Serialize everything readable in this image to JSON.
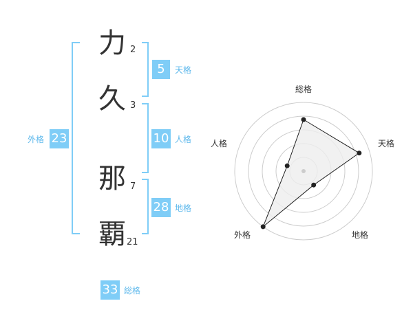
{
  "characters": [
    {
      "char": "力",
      "strokes": "2"
    },
    {
      "char": "久",
      "strokes": "3"
    },
    {
      "char": "那",
      "strokes": "7"
    },
    {
      "char": "覇",
      "strokes": "21"
    }
  ],
  "kakusu": {
    "tenkaku": {
      "value": "5",
      "label": "天格"
    },
    "jinkaku": {
      "value": "10",
      "label": "人格"
    },
    "chikaku": {
      "value": "28",
      "label": "地格"
    },
    "gaikaku": {
      "value": "23",
      "label": "外格"
    },
    "soukaku": {
      "value": "33",
      "label": "総格"
    }
  },
  "radar": {
    "axes": [
      "総格",
      "天格",
      "地格",
      "外格",
      "人格"
    ],
    "levels": 5,
    "values": [
      0.75,
      0.85,
      0.25,
      1.0,
      0.25
    ],
    "colors": {
      "ring": "#cccccc",
      "fill": "#eeeeee",
      "line": "#222222",
      "center": "#cccccc"
    }
  }
}
